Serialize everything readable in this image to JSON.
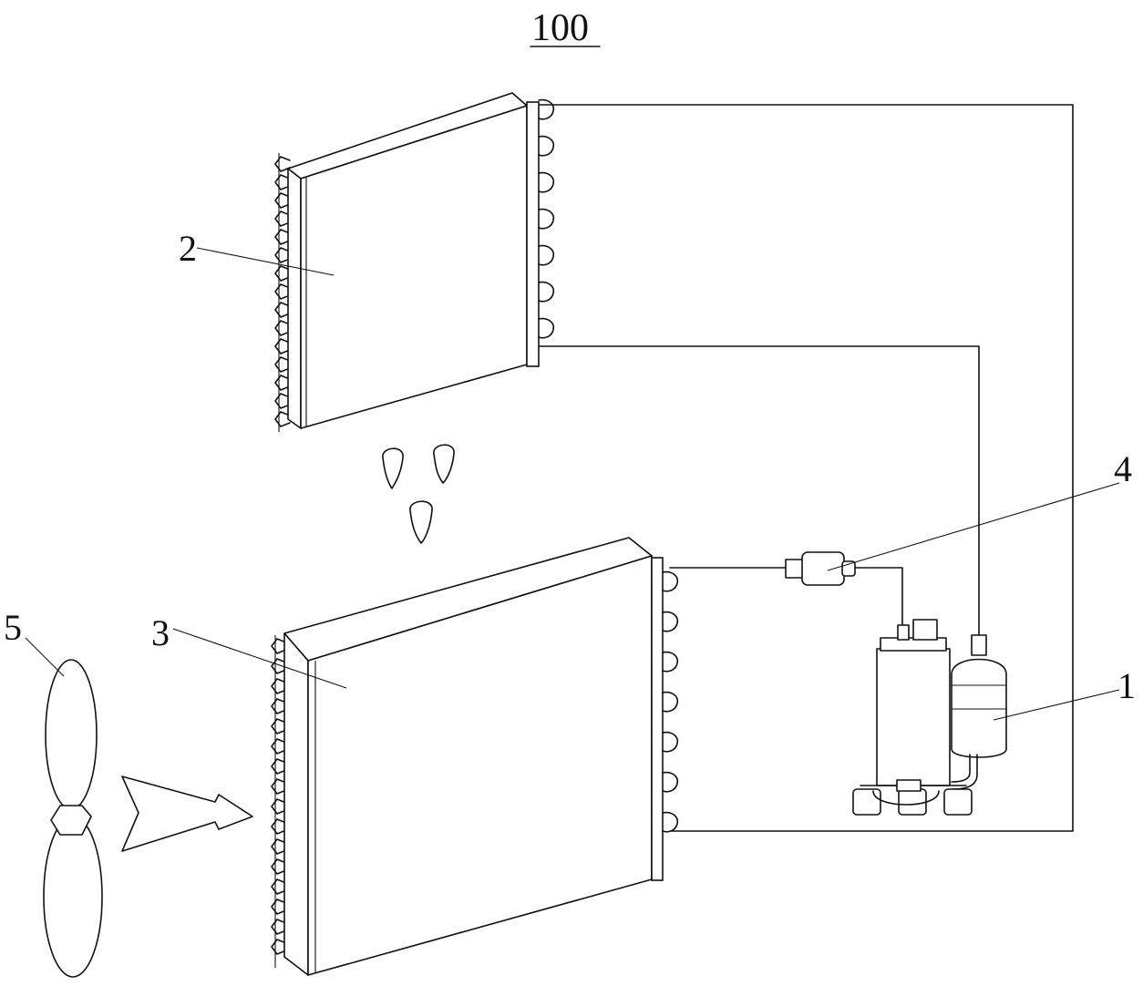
{
  "figure": {
    "title": "100"
  },
  "labels": {
    "compressor": "1",
    "upper_heat_exchanger": "2",
    "lower_heat_exchanger": "3",
    "filter_component": "4",
    "fan": "5"
  }
}
